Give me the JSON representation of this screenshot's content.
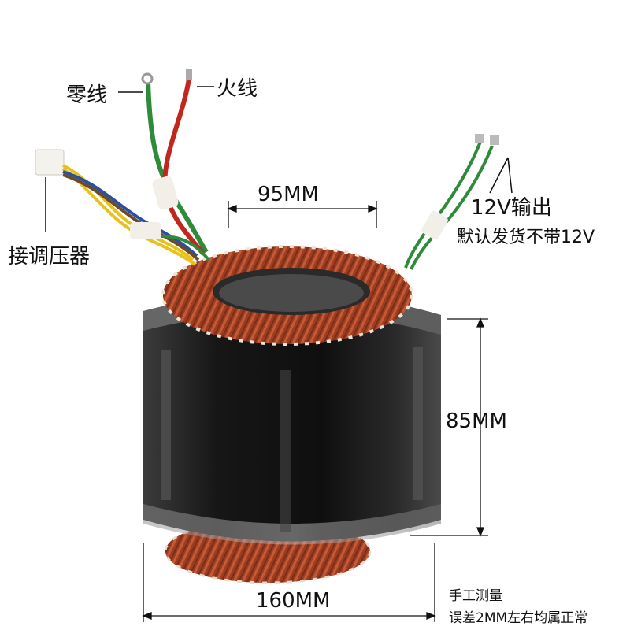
{
  "labels": {
    "neutral_wire": "零线",
    "live_wire": "火线",
    "voltage_regulator": "接调压器",
    "output_12v": "12V输出",
    "default_no_12v": "默认发货不带12V",
    "measurement_note_1": "手工测量",
    "measurement_note_2": "误差2MM左右均属正常"
  },
  "dimensions": {
    "inner_diameter": "95MM",
    "height": "85MM",
    "outer_diameter": "160MM"
  },
  "colors": {
    "background": "#ffffff",
    "core_dark": "#1e1e1e",
    "copper": "#a3432a",
    "wire_green": "#2e8b3a",
    "wire_red": "#c0281e",
    "wire_yellow": "#e8c21a",
    "wire_blue": "#2d4fa0"
  }
}
